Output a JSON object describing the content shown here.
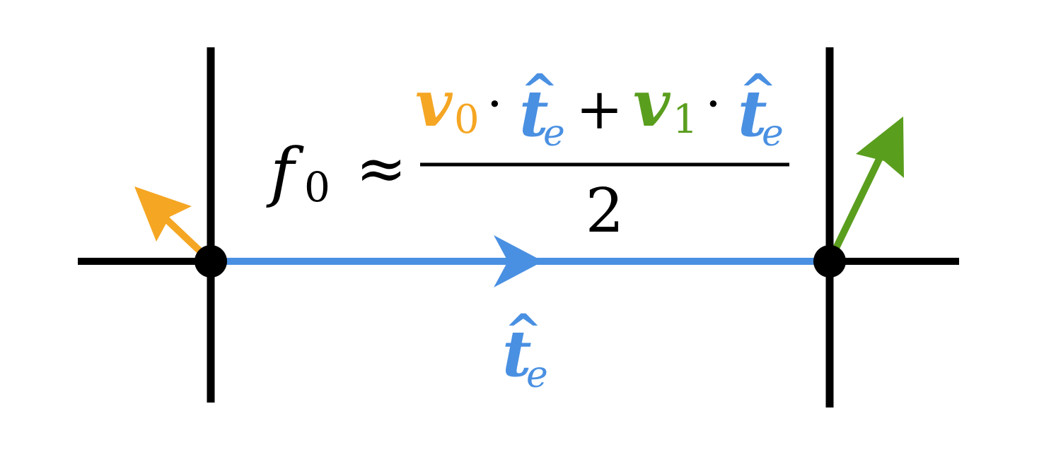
{
  "colors": {
    "background": "#ffffff",
    "grid_lines": "#000000",
    "edge": "#4a90e2",
    "v0": "#f5a623",
    "v1": "#5a9e1e"
  },
  "formula": {
    "lhs_symbol": "f",
    "lhs_subscript": "0",
    "approx": "≈",
    "v0_symbol": "v",
    "v0_subscript": "0",
    "dot": "·",
    "t_symbol": "t",
    "t_hat": "^",
    "t_subscript": "e",
    "plus": "+",
    "v1_symbol": "v",
    "v1_subscript": "1",
    "denominator": "2"
  },
  "edge_label": {
    "symbol": "t",
    "hat": "^",
    "subscript": "e"
  }
}
